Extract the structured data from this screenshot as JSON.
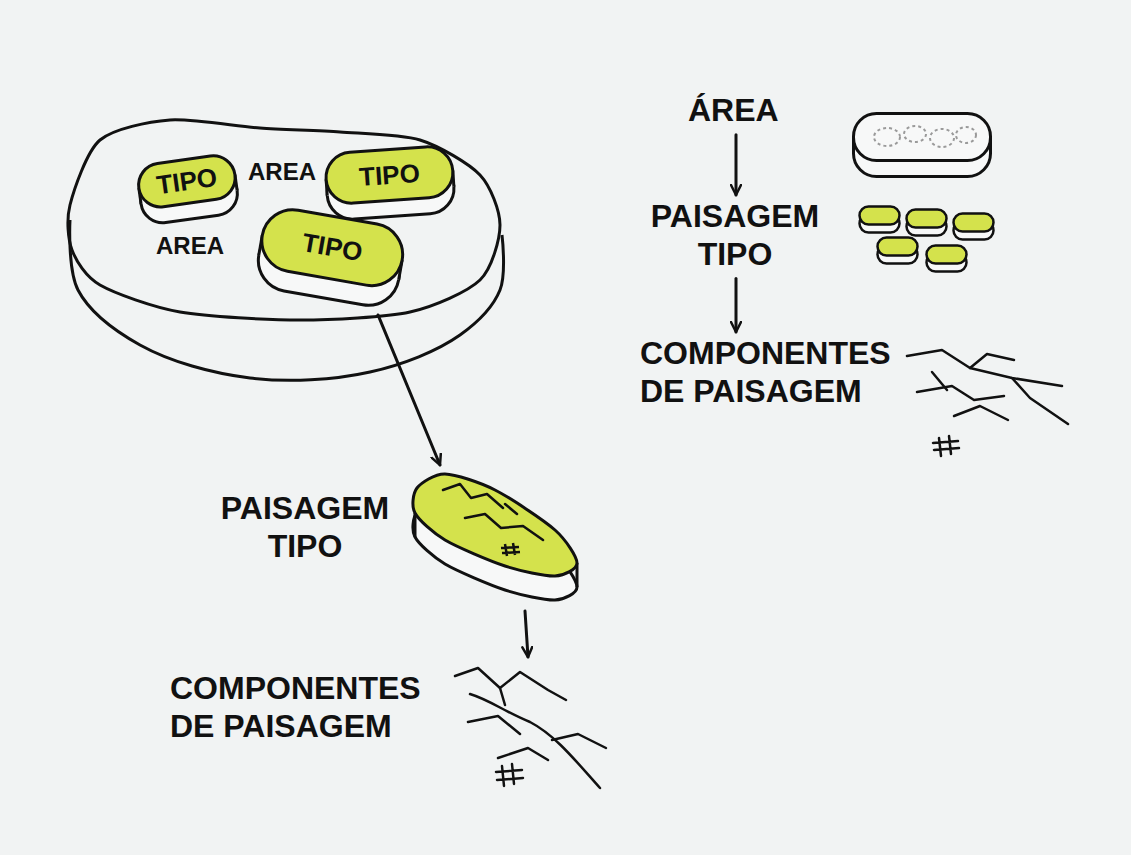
{
  "diagram": {
    "nodes": [
      {
        "text": [
          "AREA",
          "AREA"
        ]
      },
      {
        "text": [
          "TIPO"
        ],
        "in": 0
      },
      {
        "text": [
          "TIPO"
        ],
        "in": 0
      },
      {
        "text": [
          "TIPO"
        ],
        "in": 0
      },
      {
        "text": [
          "PAISAGEM TIPO"
        ]
      },
      {
        "text": [
          "COMPONENTES DE PAISAGEM"
        ]
      },
      {
        "text": [
          "ÁREA"
        ]
      },
      {
        "text": [
          "PAISAGEM TIPO"
        ]
      },
      {
        "text": [
          "COMPONENTES DE PAISAGEM"
        ]
      }
    ],
    "edges": [
      {
        "from": 3,
        "to": 4,
        "arrow": "to"
      },
      {
        "from": 4,
        "to": 5,
        "arrow": "to"
      },
      {
        "from": 6,
        "to": 7,
        "arrow": "to"
      },
      {
        "from": 7,
        "to": 8,
        "arrow": "to"
      }
    ]
  }
}
